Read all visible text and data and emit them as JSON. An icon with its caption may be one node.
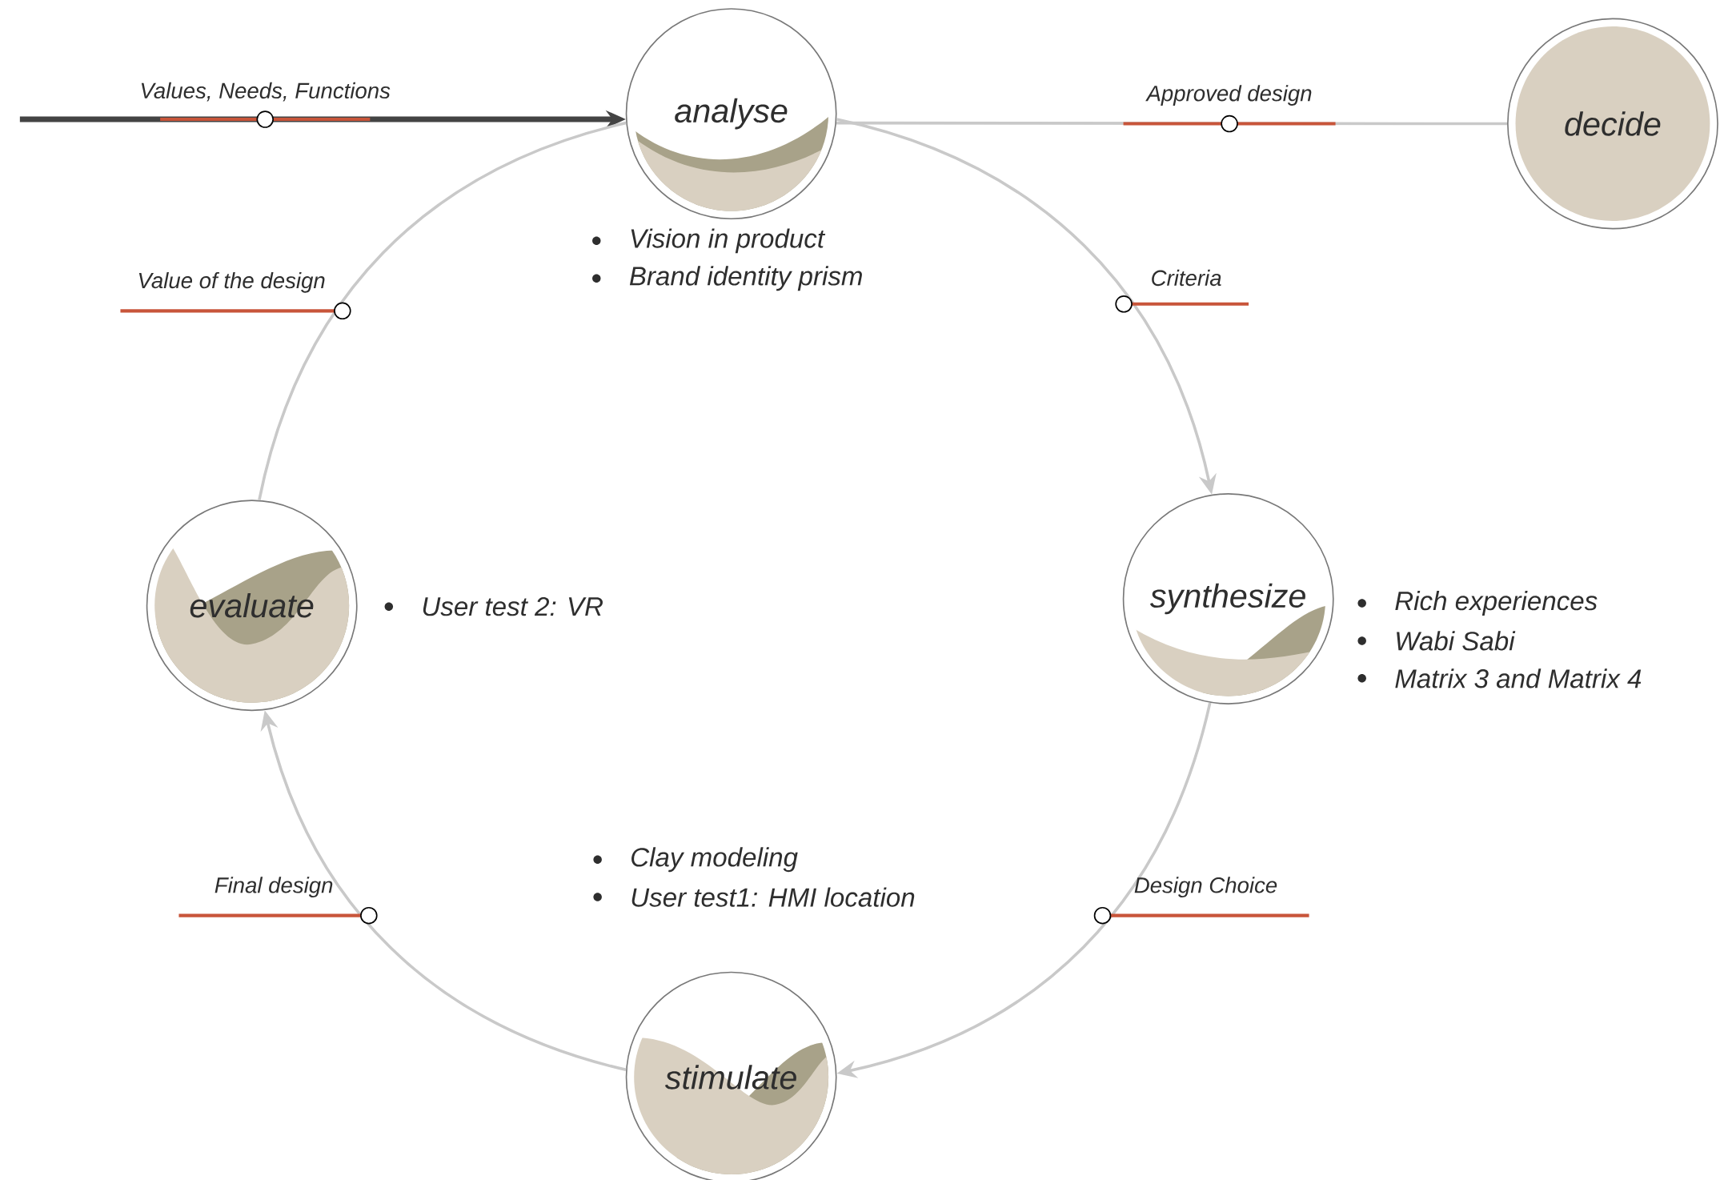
{
  "diagram": {
    "nodes": [
      {
        "text": [
          "analyse"
        ],
        "beside": [
          "Vision in product",
          "Brand identity prism"
        ]
      },
      {
        "text": [
          "decide"
        ]
      },
      {
        "text": [
          "evaluate"
        ],
        "beside": [
          "User test 2: VR"
        ]
      },
      {
        "text": [
          "synthesize"
        ],
        "beside": [
          "Rich experiences",
          "Wabi Sabi",
          "Matrix 3 and Matrix 4"
        ]
      },
      {
        "text": [
          "stimulate"
        ],
        "beside": [
          "Clay modeling",
          "User test1: HMI location"
        ]
      }
    ],
    "edges": [
      {
        "from": null,
        "to": 0,
        "arrow": "to",
        "label": "Values, Needs, Functions",
        "style": "thick",
        "color": "#444444"
      },
      {
        "from": 0,
        "to": 1,
        "arrow": "none",
        "label": "Approved design"
      },
      {
        "from": 0,
        "to": 3,
        "arrow": "to",
        "label": "Criteria"
      },
      {
        "from": 3,
        "to": 4,
        "arrow": "to",
        "label": "Design Choice"
      },
      {
        "from": 4,
        "to": 2,
        "arrow": "to",
        "label": "Final design"
      },
      {
        "from": 2,
        "to": 0,
        "arrow": "none",
        "label": "Value of the design"
      }
    ]
  }
}
